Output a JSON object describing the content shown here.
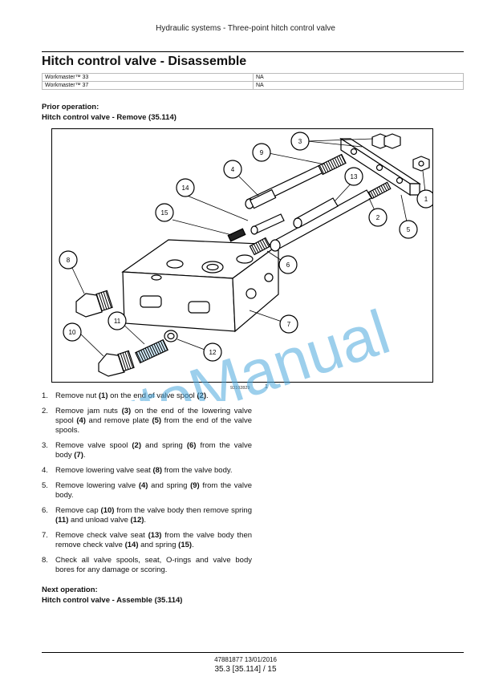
{
  "header": {
    "running_title": "Hydraulic systems - Three-point hitch control valve"
  },
  "page_title": "Hitch control valve - Disassemble",
  "models": [
    {
      "name": "Workmaster™ 33",
      "value": "NA"
    },
    {
      "name": "Workmaster™ 37",
      "value": "NA"
    }
  ],
  "prior_operation": {
    "heading": "Prior operation:",
    "link": "Hitch control valve - Remove (35.114)"
  },
  "figure": {
    "callouts": [
      "1",
      "2",
      "3",
      "4",
      "5",
      "6",
      "7",
      "8",
      "9",
      "10",
      "11",
      "12",
      "13",
      "14",
      "15"
    ],
    "ref_code": "93102829",
    "number": "1"
  },
  "steps": [
    {
      "num": "1.",
      "html": "Remove nut <b>(1)</b> on the end of valve spool <b>(2)</b>."
    },
    {
      "num": "2.",
      "html": "Remove jam nuts <b>(3)</b> on the end of the lowering valve spool <b>(4)</b> and remove plate <b>(5)</b> from the end of the valve spools."
    },
    {
      "num": "3.",
      "html": "Remove valve spool <b>(2)</b> and spring <b>(6)</b> from the valve body <b>(7)</b>."
    },
    {
      "num": "4.",
      "html": "Remove lowering valve seat <b>(8)</b> from the valve body."
    },
    {
      "num": "5.",
      "html": "Remove lowering valve <b>(4)</b> and spring <b>(9)</b> from the valve body."
    },
    {
      "num": "6.",
      "html": "Remove cap <b>(10)</b> from the valve body then remove spring <b>(11)</b> and unload valve <b>(12)</b>."
    },
    {
      "num": "7.",
      "html": "Remove check valve seat <b>(13)</b> from the valve body then remove check valve <b>(14)</b> and spring <b>(15)</b>."
    },
    {
      "num": "8.",
      "html": "Check all valve spools, seat, O-rings and valve body bores for any damage or scoring."
    }
  ],
  "next_operation": {
    "heading": "Next operation:",
    "link": "Hitch control valve - Assemble (35.114)"
  },
  "footer": {
    "doc": "47881877 13/01/2016",
    "page": "35.3 [35.114] / 15"
  },
  "watermark": {
    "text": "AutoManual",
    "color": "#4aa8dc"
  }
}
